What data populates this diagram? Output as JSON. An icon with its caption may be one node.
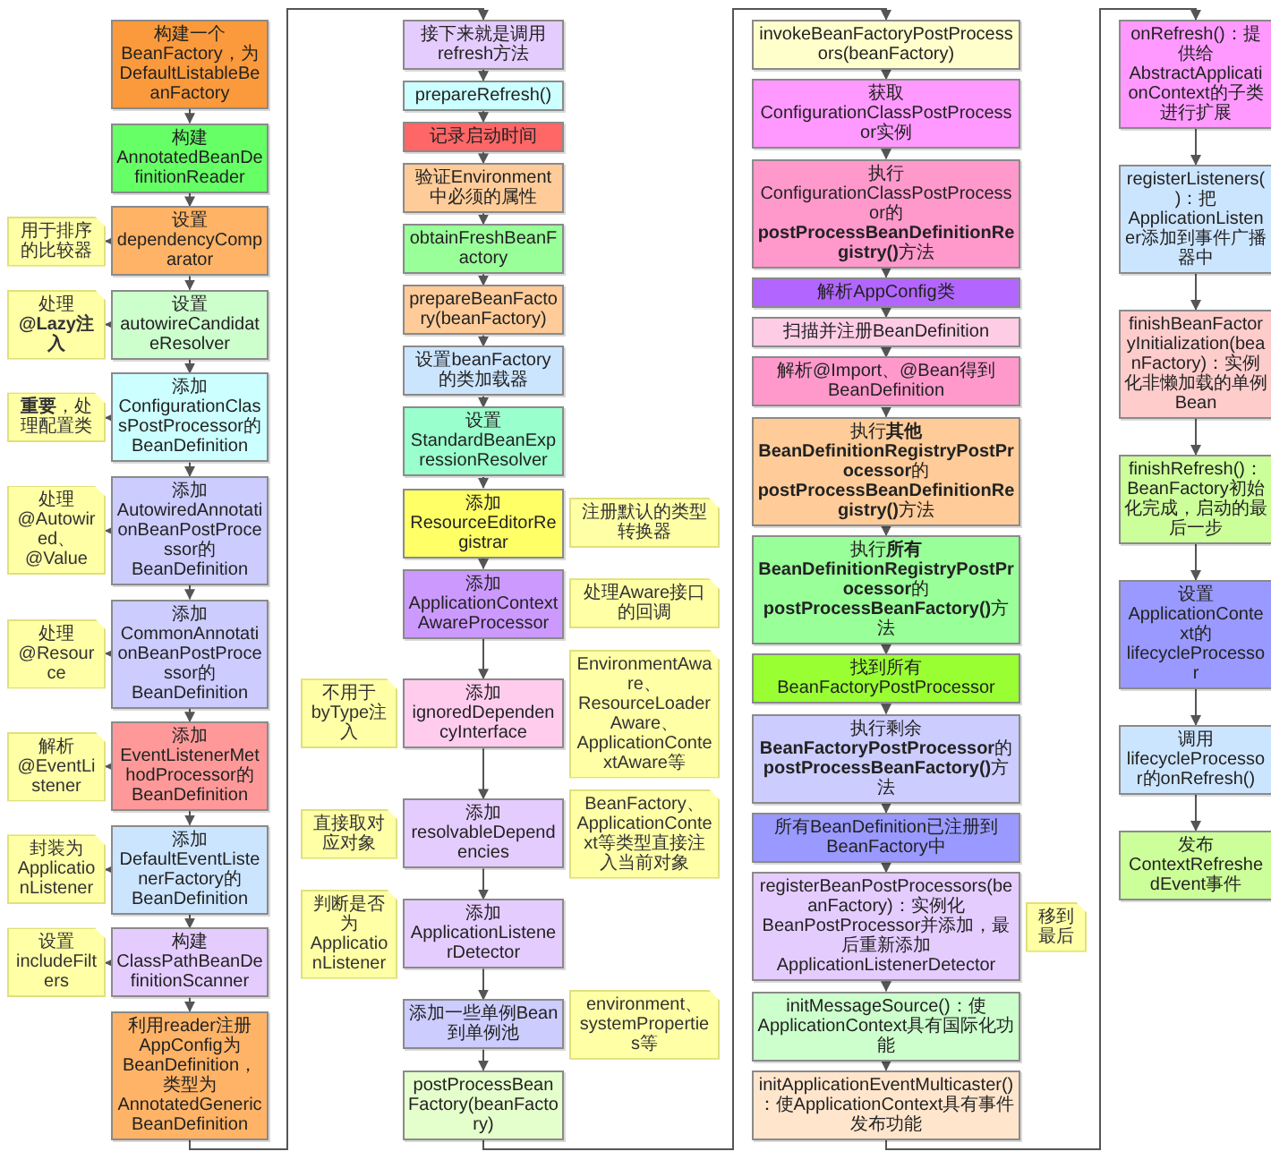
{
  "diagram": {
    "nodes": [
      {
        "text": [
          "构建一个BeanFactory，为DefaultListableBeanFactory"
        ]
      },
      {
        "text": [
          "构建AnnotatedBeanDefinitionReader"
        ]
      },
      {
        "text": [
          "用于排序的比较器"
        ]
      },
      {
        "text": [
          "设置dependencyComparator"
        ]
      },
      {
        "text": [
          "处理**@Lazy注入**"
        ]
      },
      {
        "text": [
          "设置autowireCandidateResolver"
        ]
      },
      {
        "text": [
          "**重要**，处理配置类"
        ]
      },
      {
        "text": [
          "添加ConfigurationClassPostProcessor的BeanDefinition"
        ]
      },
      {
        "text": [
          "处理@Autowired、@Value"
        ]
      },
      {
        "text": [
          "添加AutowiredAnnotationBeanPostProcessor的BeanDefinition"
        ]
      },
      {
        "text": [
          "处理@Resource"
        ]
      },
      {
        "text": [
          "添加CommonAnnotationBeanPostProcessor的BeanDefinition"
        ]
      },
      {
        "text": [
          "解析@EventListener"
        ]
      },
      {
        "text": [
          "添加EventListenerMethodProcessor的BeanDefinition"
        ]
      },
      {
        "text": [
          "封装为ApplicationListener"
        ]
      },
      {
        "text": [
          "添加DefaultEventListenerFactory的BeanDefinition"
        ]
      },
      {
        "text": [
          "设置includeFilters"
        ]
      },
      {
        "text": [
          "构建ClassPathBeanDefinitionScanner"
        ]
      },
      {
        "text": [
          "利用reader注册AppConfig为BeanDefinition，类型为AnnotatedGenericBeanDefinition"
        ]
      },
      {
        "text": [
          "接下来就是调用refresh方法"
        ]
      },
      {
        "text": [
          "prepareRefresh()"
        ]
      },
      {
        "text": [
          "记录启动时间"
        ]
      },
      {
        "text": [
          "验证Environment中必须的属性"
        ]
      },
      {
        "text": [
          "obtainFreshBeanFactory"
        ]
      },
      {
        "text": [
          "prepareBeanFactory(beanFactory)"
        ]
      },
      {
        "text": [
          "设置beanFactory的类加载器"
        ]
      },
      {
        "text": [
          "设置StandardBeanExpressionResolver"
        ]
      },
      {
        "text": [
          "添加ResourceEditorRegistrar"
        ]
      },
      {
        "text": [
          "注册默认的类型转换器"
        ]
      },
      {
        "text": [
          "添加ApplicationContextAwareProcessor"
        ]
      },
      {
        "text": [
          "处理Aware接口的回调"
        ]
      },
      {
        "text": [
          "不用于byType注入"
        ]
      },
      {
        "text": [
          "添加ignoredDependencyInterface"
        ]
      },
      {
        "text": [
          "EnvironmentAware、ResourceLoaderAware、ApplicationContextAware等"
        ]
      },
      {
        "text": [
          "直接取对应对象"
        ]
      },
      {
        "text": [
          "添加resolvableDependencies"
        ]
      },
      {
        "text": [
          "BeanFactory、ApplicationContext等类型直接注入当前对象"
        ]
      },
      {
        "text": [
          "判断是否为ApplicationListener"
        ]
      },
      {
        "text": [
          "添加ApplicationListenerDetector"
        ]
      },
      {
        "text": [
          "添加一些单例Bean到单例池"
        ]
      },
      {
        "text": [
          "environment、systemProperties等"
        ]
      },
      {
        "text": [
          "postProcessBeanFactory(beanFactory)"
        ]
      },
      {
        "text": [
          "invokeBeanFactoryPostProcessors(beanFactory)"
        ]
      },
      {
        "text": [
          "获取ConfigurationClassPostProcessor实例"
        ]
      },
      {
        "text": [
          "执行ConfigurationClassPostProcessor的**postProcessBeanDefinitionRegistry()**方法"
        ]
      },
      {
        "text": [
          "解析AppConfig类"
        ]
      },
      {
        "text": [
          "扫描并注册BeanDefinition"
        ]
      },
      {
        "text": [
          "解析@Import、@Bean得到BeanDefinition"
        ]
      },
      {
        "text": [
          "执行**其他BeanDefinitionRegistryPostProcessor**的**postProcessBeanDefinitionRegistry()**方法"
        ]
      },
      {
        "text": [
          "执行**所有BeanDefinitionRegistryPostProcessor**的**postProcessBeanFactory()**方法"
        ]
      },
      {
        "text": [
          "找到所有BeanFactoryPostProcessor"
        ]
      },
      {
        "text": [
          "执行剩余**BeanFactoryPostProcessor**的**postProcessBeanFactory()**方法"
        ]
      },
      {
        "text": [
          "所有BeanDefinition已注册到BeanFactory中"
        ]
      },
      {
        "text": [
          "registerBeanPostProcessors(beanFactory)：实例化BeanPostProcessor并添加，最后重新添加ApplicationListenerDetector"
        ]
      },
      {
        "text": [
          "移到最后"
        ]
      },
      {
        "text": [
          "initMessageSource()：使ApplicationContext具有国际化功能"
        ]
      },
      {
        "text": [
          "initApplicationEventMulticaster()：使ApplicationContext具有事件发布功能"
        ]
      },
      {
        "text": [
          "onRefresh()：提供给AbstractApplicationContext的子类进行扩展"
        ]
      },
      {
        "text": [
          "registerListeners()：把ApplicationListener添加到事件广播器中"
        ]
      },
      {
        "text": [
          "finishBeanFactoryInitialization(beanFactory)：实例化非懒加载的单例Bean"
        ]
      },
      {
        "text": [
          "finishRefresh()：BeanFactory初始化完成，启动的最后一步"
        ]
      },
      {
        "text": [
          "设置ApplicationContext的lifecycleProcessor"
        ]
      },
      {
        "text": [
          "调用lifecycleProcessor的onRefresh()"
        ]
      },
      {
        "text": [
          "发布ContextRefreshedEvent事件"
        ]
      }
    ],
    "edges": [
      {
        "from": 0,
        "to": 1,
        "arrow": "to"
      },
      {
        "from": 1,
        "to": 3,
        "arrow": "to"
      },
      {
        "from": 3,
        "to": 5,
        "arrow": "to"
      },
      {
        "from": 5,
        "to": 7,
        "arrow": "to"
      },
      {
        "from": 7,
        "to": 9,
        "arrow": "to"
      },
      {
        "from": 9,
        "to": 11,
        "arrow": "to"
      },
      {
        "from": 11,
        "to": 13,
        "arrow": "to"
      },
      {
        "from": 13,
        "to": 15,
        "arrow": "to"
      },
      {
        "from": 15,
        "to": 17,
        "arrow": "to"
      },
      {
        "from": 17,
        "to": 18,
        "arrow": "to"
      },
      {
        "from": 3,
        "to": 2,
        "arrow": "to",
        "style": "dashed"
      },
      {
        "from": 5,
        "to": 4,
        "arrow": "to",
        "style": "dashed"
      },
      {
        "from": 7,
        "to": 6,
        "arrow": "to",
        "style": "dashed"
      },
      {
        "from": 9,
        "to": 8,
        "arrow": "to",
        "style": "dashed"
      },
      {
        "from": 11,
        "to": 10,
        "arrow": "to",
        "style": "dashed"
      },
      {
        "from": 13,
        "to": 12,
        "arrow": "to",
        "style": "dashed"
      },
      {
        "from": 15,
        "to": 14,
        "arrow": "to",
        "style": "dashed"
      },
      {
        "from": 17,
        "to": 16,
        "arrow": "to",
        "style": "dashed"
      },
      {
        "from": 18,
        "to": 19,
        "arrow": "to"
      },
      {
        "from": 19,
        "to": 20,
        "arrow": "to"
      },
      {
        "from": 20,
        "to": 21,
        "arrow": "to"
      },
      {
        "from": 21,
        "to": 22,
        "arrow": "to"
      },
      {
        "from": 22,
        "to": 23,
        "arrow": "to"
      },
      {
        "from": 23,
        "to": 24,
        "arrow": "to"
      },
      {
        "from": 24,
        "to": 25,
        "arrow": "to"
      },
      {
        "from": 25,
        "to": 26,
        "arrow": "to"
      },
      {
        "from": 26,
        "to": 27,
        "arrow": "to"
      },
      {
        "from": 27,
        "to": 29,
        "arrow": "to"
      },
      {
        "from": 29,
        "to": 32,
        "arrow": "to"
      },
      {
        "from": 32,
        "to": 35,
        "arrow": "to"
      },
      {
        "from": 35,
        "to": 38,
        "arrow": "to"
      },
      {
        "from": 38,
        "to": 39,
        "arrow": "to"
      },
      {
        "from": 39,
        "to": 41,
        "arrow": "to"
      },
      {
        "from": 41,
        "to": 42,
        "arrow": "to"
      },
      {
        "from": 42,
        "to": 43,
        "arrow": "to"
      },
      {
        "from": 43,
        "to": 44,
        "arrow": "to"
      },
      {
        "from": 44,
        "to": 45,
        "arrow": "to"
      },
      {
        "from": 45,
        "to": 46,
        "arrow": "to"
      },
      {
        "from": 46,
        "to": 47,
        "arrow": "to"
      },
      {
        "from": 47,
        "to": 48,
        "arrow": "to"
      },
      {
        "from": 48,
        "to": 49,
        "arrow": "to"
      },
      {
        "from": 49,
        "to": 50,
        "arrow": "to"
      },
      {
        "from": 50,
        "to": 51,
        "arrow": "to"
      },
      {
        "from": 51,
        "to": 52,
        "arrow": "to"
      },
      {
        "from": 52,
        "to": 53,
        "arrow": "to"
      },
      {
        "from": 53,
        "to": 55,
        "arrow": "to"
      },
      {
        "from": 55,
        "to": 56,
        "arrow": "to"
      },
      {
        "from": 56,
        "to": 57,
        "arrow": "to"
      },
      {
        "from": 57,
        "to": 58,
        "arrow": "to"
      },
      {
        "from": 58,
        "to": 59,
        "arrow": "to"
      },
      {
        "from": 59,
        "to": 60,
        "arrow": "to"
      },
      {
        "from": 60,
        "to": 61,
        "arrow": "to"
      },
      {
        "from": 61,
        "to": 62,
        "arrow": "to"
      },
      {
        "from": 62,
        "to": 63,
        "arrow": "to"
      }
    ]
  }
}
